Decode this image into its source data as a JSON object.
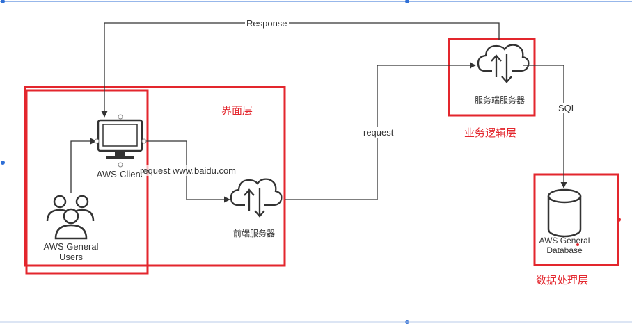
{
  "colors": {
    "region_border": "#e3262d",
    "line": "#333333",
    "label_red": "#e3262d",
    "canvas_bg": "#ffffff",
    "selection_handle": "#2f6fd6"
  },
  "nodes": {
    "users": {
      "icon": "users-group-icon",
      "label_line1": "AWS General",
      "label_line2": "Users"
    },
    "client": {
      "icon": "desktop-computer-icon",
      "label": "AWS-Client"
    },
    "frontend": {
      "icon": "cloud-upload-download-icon",
      "label": "前端服务器"
    },
    "backend": {
      "icon": "cloud-upload-download-icon",
      "label": "服务端服务器"
    },
    "database": {
      "icon": "database-cylinder-icon",
      "label_line1": "AWS General",
      "label_line2": "Database"
    }
  },
  "edges": {
    "response": "Response",
    "request_baidu": "request www.baidu.com",
    "request": "request",
    "sql": "SQL"
  },
  "layers": {
    "ui": "界面层",
    "business": "业务逻辑层",
    "data": "数据处理层"
  }
}
